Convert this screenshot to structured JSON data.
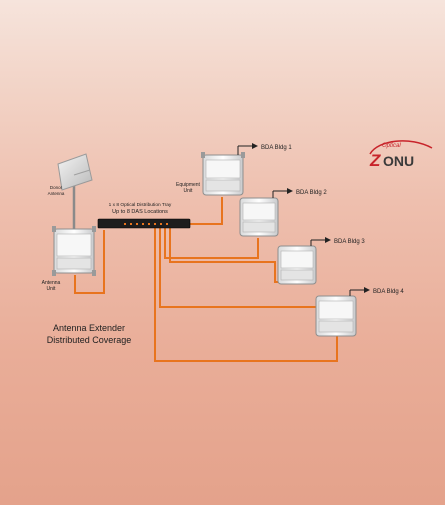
{
  "distribution_tray": {
    "title_line1": "1 x 8 Optical Distribution Tray",
    "title_line2": "Up to 8 DAS Locations"
  },
  "donor_antenna": {
    "label_line1": "Donor",
    "label_line2": "Antenna"
  },
  "antenna_unit": {
    "label_line1": "Antenna",
    "label_line2": "Unit"
  },
  "equipment_unit": {
    "label_line1": "Equipment",
    "label_line2": "Unit"
  },
  "bda_units": [
    {
      "label": "BDA Bldg 1"
    },
    {
      "label": "BDA Bldg 2"
    },
    {
      "label": "BDA Bldg 3"
    },
    {
      "label": "BDA Bldg 4"
    }
  ],
  "caption": {
    "line1": "Antenna Extender",
    "line2": "Distributed Coverage"
  },
  "logo": {
    "script": "Optical",
    "word": "ZONU"
  },
  "colors": {
    "fiber": "#e8741e",
    "logo_red": "#c8242b"
  }
}
